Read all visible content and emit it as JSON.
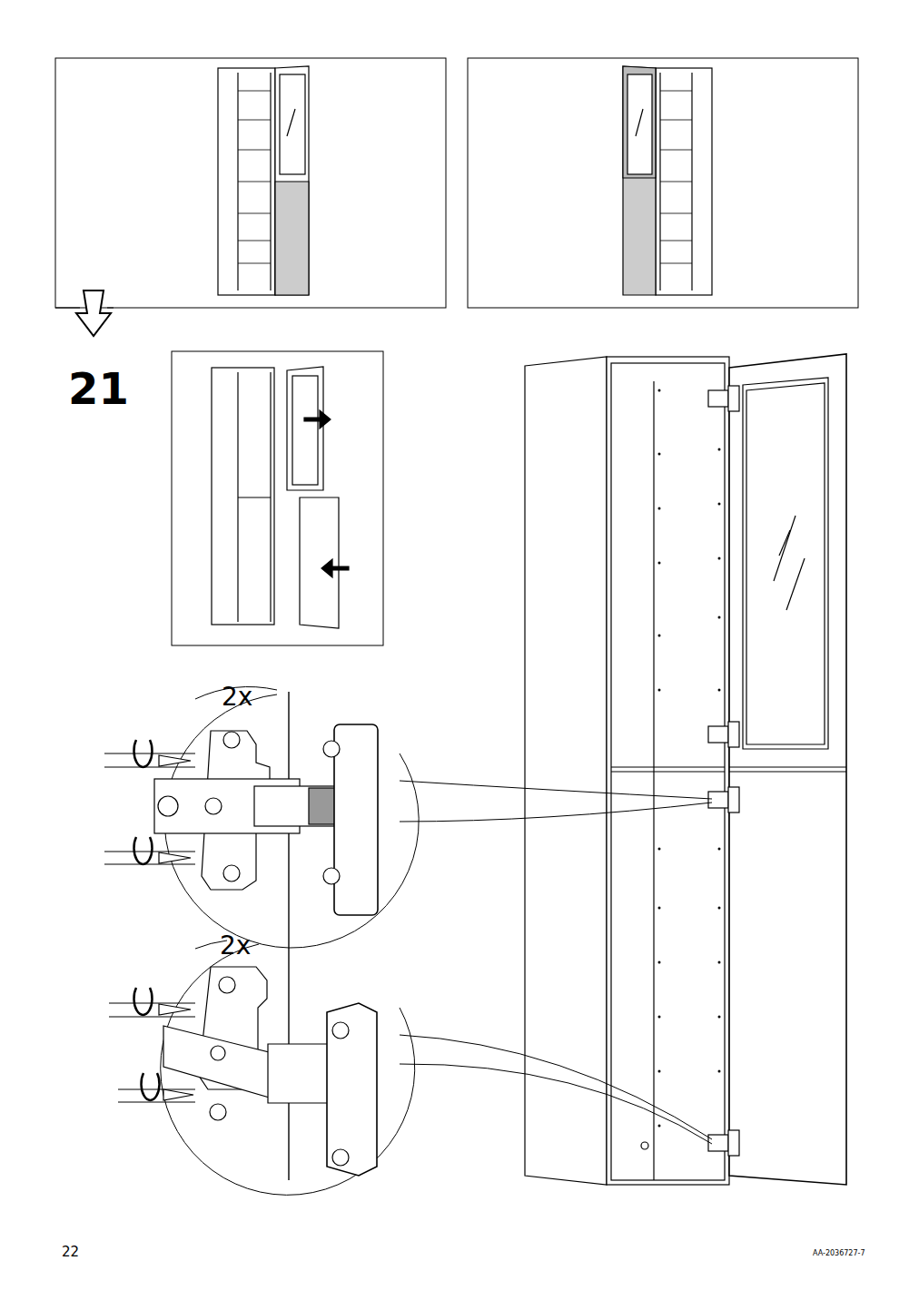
{
  "diagram": {
    "labels": [
      "21",
      "2x",
      "2x",
      "22",
      "AA-2036727-7"
    ]
  }
}
